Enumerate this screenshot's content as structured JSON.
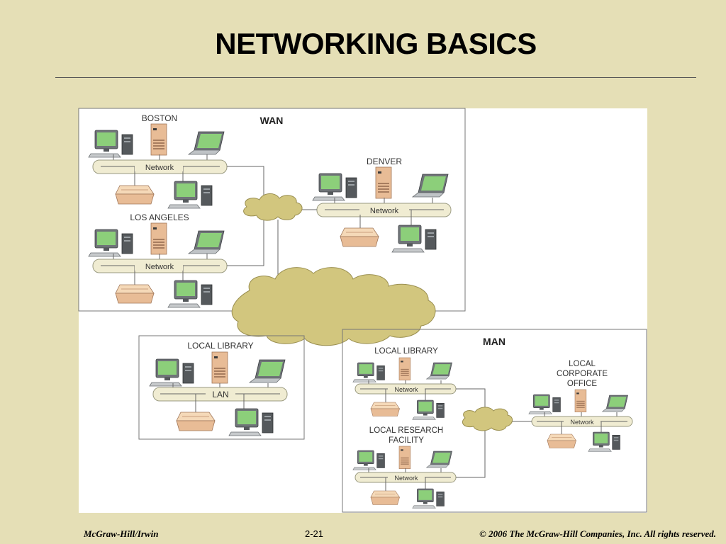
{
  "slide": {
    "title": "NETWORKING BASICS"
  },
  "diagram": {
    "wan": {
      "label": "WAN",
      "sites": [
        {
          "name": "BOSTON",
          "bus_label": "Network"
        },
        {
          "name": "LOS ANGELES",
          "bus_label": "Network"
        },
        {
          "name": "DENVER",
          "bus_label": "Network"
        }
      ]
    },
    "lan": {
      "site_name": "LOCAL LIBRARY",
      "bus_label": "LAN"
    },
    "man": {
      "label": "MAN",
      "sites": [
        {
          "name": "LOCAL LIBRARY",
          "bus_label": "Network"
        },
        {
          "name_line1": "LOCAL RESEARCH",
          "name_line2": "FACILITY",
          "bus_label": "Network"
        },
        {
          "name_line1": "LOCAL",
          "name_line2": "CORPORATE",
          "name_line3": "OFFICE",
          "bus_label": "Network"
        }
      ]
    }
  },
  "footer": {
    "publisher": "McGraw-Hill/Irwin",
    "slide_number": "2-21",
    "copyright": "© 2006  The McGraw-Hill Companies, Inc. All rights reserved."
  },
  "colors": {
    "background": "#e5dfb6",
    "cloud_fill": "#d2c67e",
    "bus_fill": "#f0ecd2",
    "tower_fill": "#e8bc96",
    "printer_fill": "#f2cfa8"
  },
  "icons": [
    "desktop-computer-icon",
    "server-tower-icon",
    "laptop-icon",
    "printer-icon",
    "cloud-icon"
  ]
}
